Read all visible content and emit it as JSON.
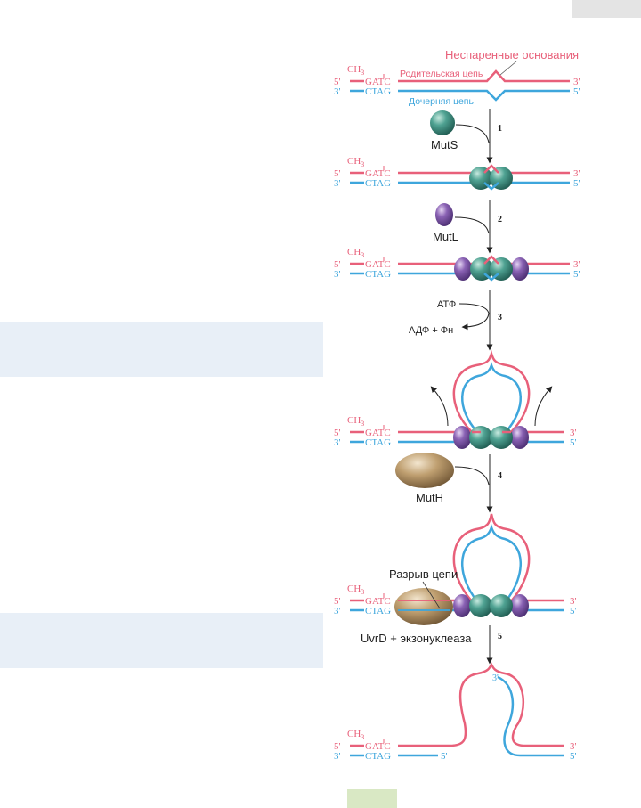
{
  "labels": {
    "unpaired": "Неспаренные основания",
    "parent": "Родительская цепь",
    "daughter": "Дочерняя цепь",
    "mutS": "MutS",
    "mutL": "MutL",
    "mutH": "MutH",
    "atp": "АТФ",
    "adp": "АДФ + Фн",
    "nick": "Разрыв цепи",
    "uvrd": "UvrD + экзонуклеаза"
  },
  "seq": {
    "methyl": "CH",
    "methyl_sub": "3",
    "gatc": "GATC",
    "ctag": "CTAG",
    "five": "5'",
    "three": "3'"
  },
  "steps": [
    "1",
    "2",
    "3",
    "4",
    "5"
  ],
  "colors": {
    "parent_strand": "#e8607a",
    "daughter_strand": "#3ea6dc",
    "muts": "#3f8f80",
    "mutl": "#8a62b4",
    "muth": "#b99a6d",
    "band": "#e8eff7"
  }
}
